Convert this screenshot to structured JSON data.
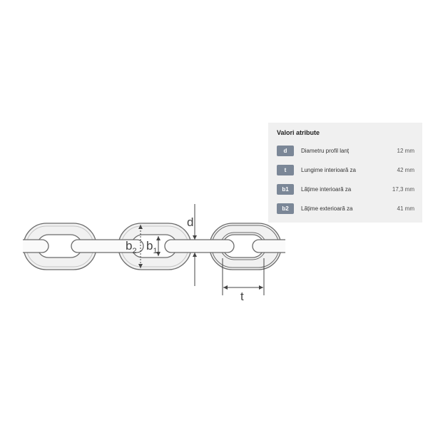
{
  "diagram": {
    "labels": {
      "d": "d",
      "t": "t",
      "b1": {
        "base": "b",
        "sub": "1"
      },
      "b2": {
        "base": "b",
        "sub": "2"
      }
    }
  },
  "attributes": {
    "title": "Valori atribute",
    "rows": [
      {
        "symbol": "d",
        "label": "Diametru profil lanț",
        "value": "12 mm"
      },
      {
        "symbol": "t",
        "label": "Lungime interioară za",
        "value": "42 mm"
      },
      {
        "symbol": "b1",
        "label": "Lățime interioară za",
        "value": "17,3 mm"
      },
      {
        "symbol": "b2",
        "label": "Lățime exterioară za",
        "value": "41 mm"
      }
    ]
  },
  "colors": {
    "badge": "#7b8797",
    "panel": "#f0f0f0",
    "outline": "#6b6b6b"
  }
}
